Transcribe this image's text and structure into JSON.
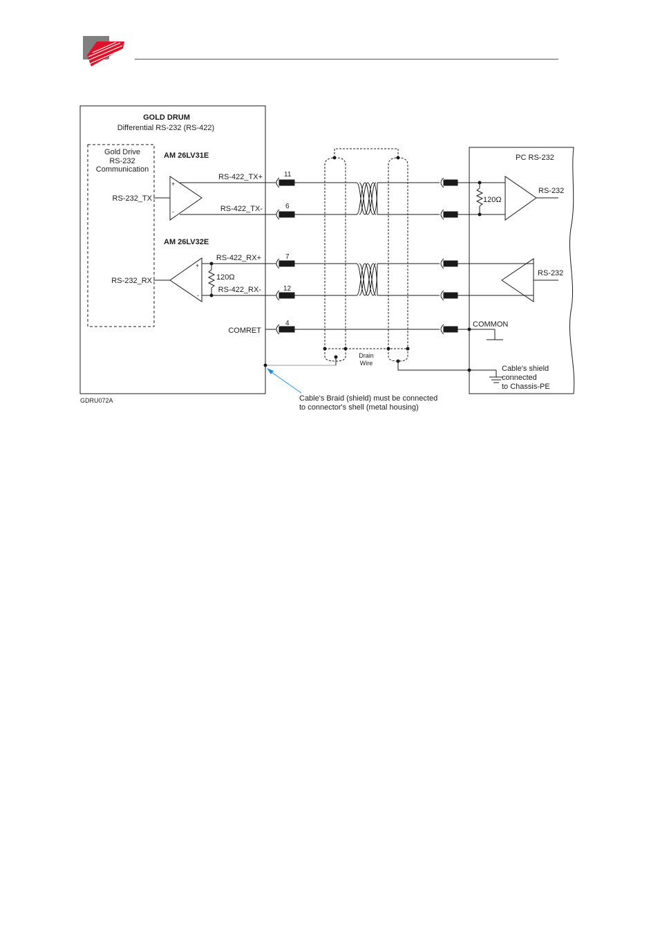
{
  "diagram": {
    "left_box": {
      "title": "GOLD DRUM",
      "subtitle": "Differential RS-232 (RS-422)",
      "inner_block": [
        "Gold Drive",
        "RS-232",
        "Communication"
      ],
      "chip_tx": "AM 26LV31E",
      "chip_rx": "AM 26LV32E",
      "tx_input": "RS-232_TX",
      "rx_output": "RS-232_RX",
      "comret": "COMRET",
      "resistor": "120Ω",
      "plus": "+",
      "minus": "-"
    },
    "signals": [
      {
        "label": "RS-422_TX+",
        "pin": "11"
      },
      {
        "label": "RS-422_TX-",
        "pin": "6"
      },
      {
        "label": "RS-422_RX+",
        "pin": "7"
      },
      {
        "label": "RS-422_RX-",
        "pin": "12"
      },
      {
        "label": "",
        "pin": "4"
      }
    ],
    "right_box": {
      "title": "PC RS-232",
      "out_top": "RS-232",
      "out_bottom": "RS-232",
      "resistor": "120Ω",
      "common": "COMMON",
      "shield_note": [
        "Cable's shield",
        "connected",
        "to Chassis-PE"
      ]
    },
    "drain_wire": [
      "Drain",
      "Wire"
    ],
    "braid_note": [
      "Cable's Braid (shield) must be connected",
      "to connector's shell (metal housing)"
    ],
    "figure_id": "GDRU072A",
    "colors": {
      "line": "#1a1a1a",
      "arrow": "#1a8fd8",
      "logo_gray": "#7a7a7a",
      "logo_red": "#e0112b"
    }
  }
}
